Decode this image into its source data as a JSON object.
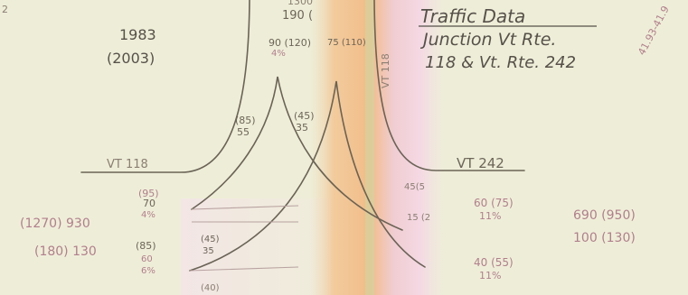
{
  "title": {
    "line1": "Traffic Data",
    "line2": "Junction Vt Rte.",
    "line3": "118 & Vt. Rte. 242",
    "edge_note": "41.93-41.9"
  },
  "years": {
    "base": "1983",
    "design": "(2003)"
  },
  "corner_mark": "2",
  "roads": {
    "west": "VT 118",
    "east": "VT 242",
    "north": "VT 118"
  },
  "top_counts": {
    "partial": "1300",
    "north": "190 ("
  },
  "turn_labels": {
    "north_left": "90 (120)",
    "north_left_pct": "4%",
    "north_right": "75 (110)",
    "peak_a": "(85)",
    "peak_a_val": "55",
    "peak_b": "(45)",
    "peak_b_val": "35",
    "east_in": "45(5",
    "east_in2": "15 (2"
  },
  "west_block": {
    "a_pct_top": "(95)",
    "a_val": "70",
    "a_pct": "4%",
    "approach_total": "(1270) 930",
    "approach_trucks": "(180) 130",
    "b_top": "(85)",
    "b_val": "60",
    "b_pct": "6%",
    "c_top": "(45)",
    "c_val": "35",
    "c_bot": "(40)"
  },
  "east_block": {
    "a": "60 (75)",
    "a_pct": "11%",
    "b": "40 (55)",
    "b_pct": "11%",
    "total": "690 (950)",
    "trucks": "100 (130)"
  }
}
